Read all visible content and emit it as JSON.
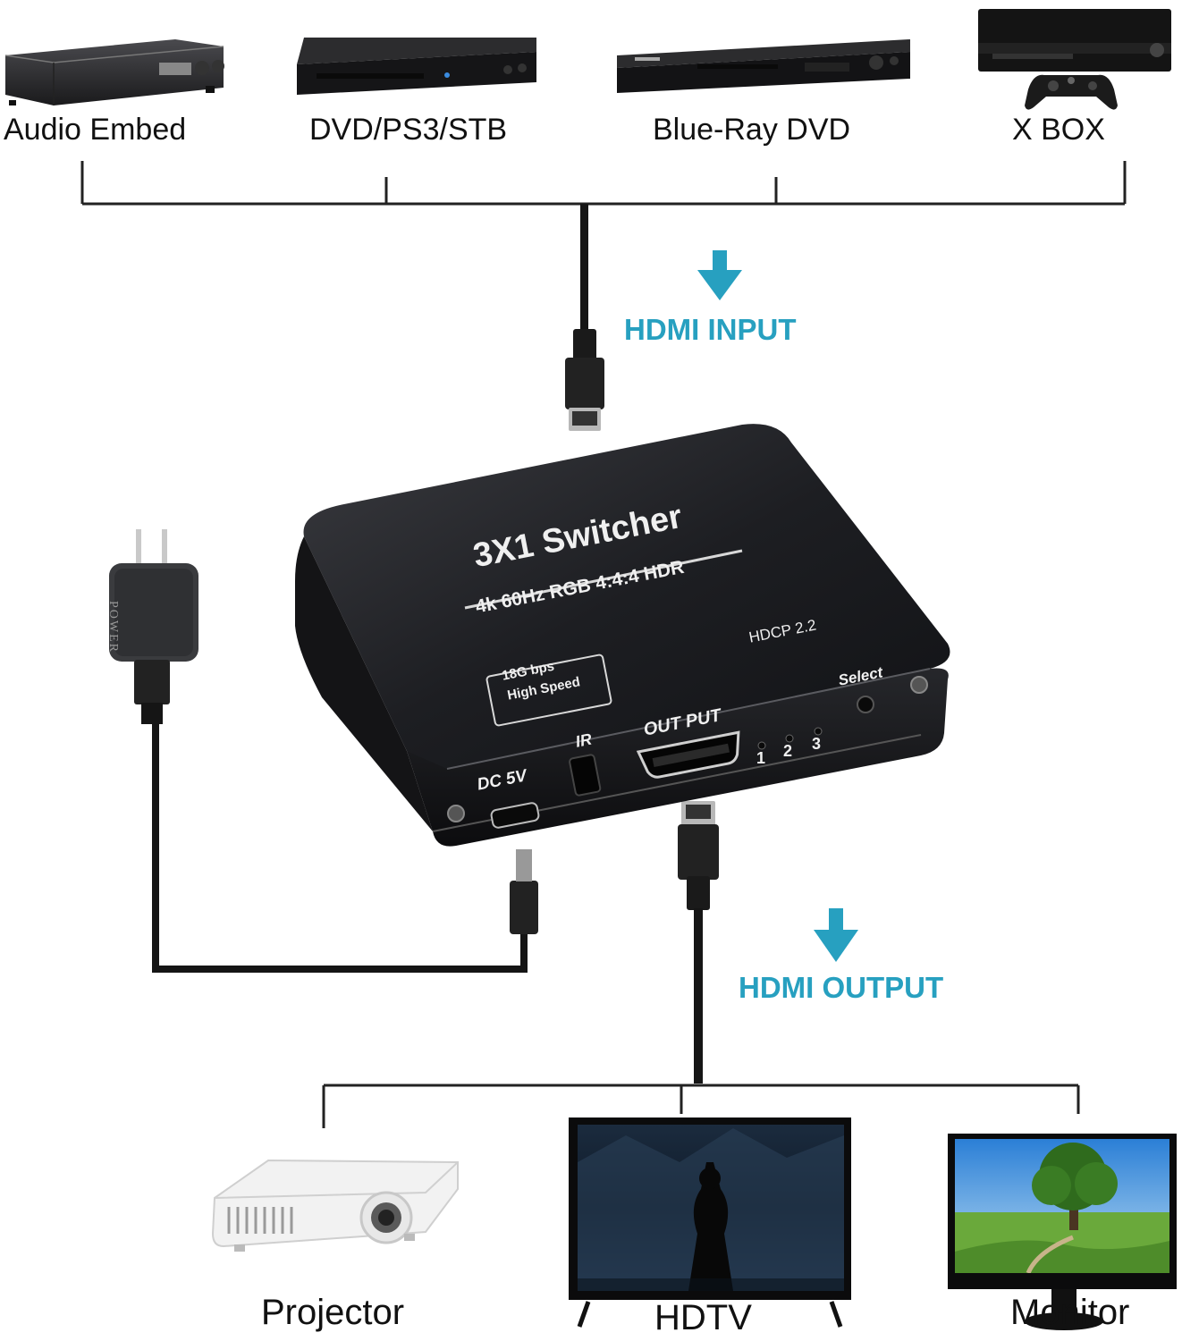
{
  "inputs": [
    {
      "label": "Audio Embed",
      "icon": "av-receiver-icon"
    },
    {
      "label": "DVD/PS3/STB",
      "icon": "dvd-player-icon"
    },
    {
      "label": "Blue-Ray DVD",
      "icon": "bluray-player-icon"
    },
    {
      "label": "X BOX",
      "icon": "xbox-console-icon"
    }
  ],
  "input_arrow": {
    "label": "HDMI INPUT",
    "color": "#27a0c0"
  },
  "output_arrow": {
    "label": "HDMI OUTPUT",
    "color": "#27a0c0"
  },
  "switcher": {
    "title": "3X1 Switcher",
    "spec": "4k 60Hz RGB 4:4:4 HDR",
    "hdcp": "HDCP 2.2",
    "badge_line1": "18G bps",
    "badge_line2": "High Speed",
    "select": "Select",
    "output_port": "OUT PUT",
    "ir": "IR",
    "dc": "DC 5V",
    "leds": [
      "1",
      "2",
      "3"
    ],
    "body_color": "#1c1d21"
  },
  "power_adapter": {
    "label": "POWER"
  },
  "outputs": [
    {
      "label": "Projector",
      "icon": "projector-icon"
    },
    {
      "label": "HDTV",
      "icon": "hdtv-icon"
    },
    {
      "label": "Monitor",
      "icon": "monitor-icon"
    }
  ]
}
